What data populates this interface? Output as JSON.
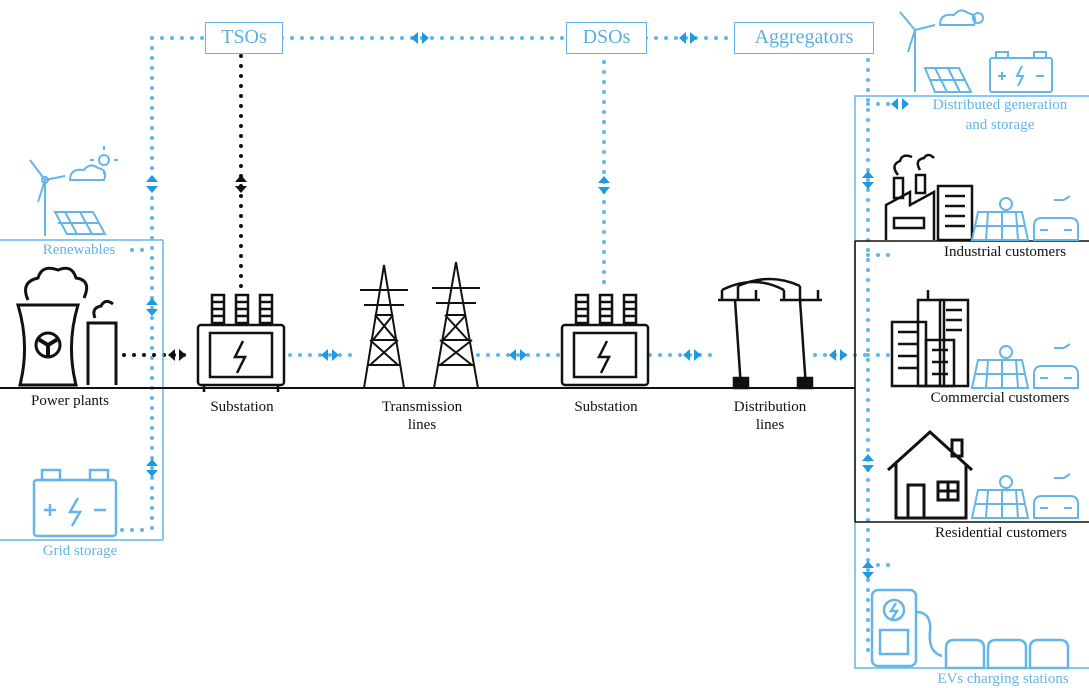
{
  "operators": {
    "tsos": "TSOs",
    "dsos": "DSOs",
    "aggregators": "Aggregators"
  },
  "left": {
    "renewables": "Renewables",
    "power_plants": "Power plants",
    "grid_storage": "Grid storage"
  },
  "chain": {
    "substation_1": "Substation",
    "transmission_line1": "Transmission",
    "transmission_line2": "lines",
    "substation_2": "Substation",
    "distribution_line1": "Distribution",
    "distribution_line2": "lines"
  },
  "right": {
    "distributed_line1": "Distributed generation",
    "distributed_line2": "and storage",
    "industrial": "Industrial customers",
    "commercial": "Commercial customers",
    "residential": "Residential customers",
    "ev": "EVs charging stations"
  },
  "colors": {
    "accent_blue": "#64b5e8",
    "arrow_blue": "#1e9be0",
    "black": "#111111"
  }
}
